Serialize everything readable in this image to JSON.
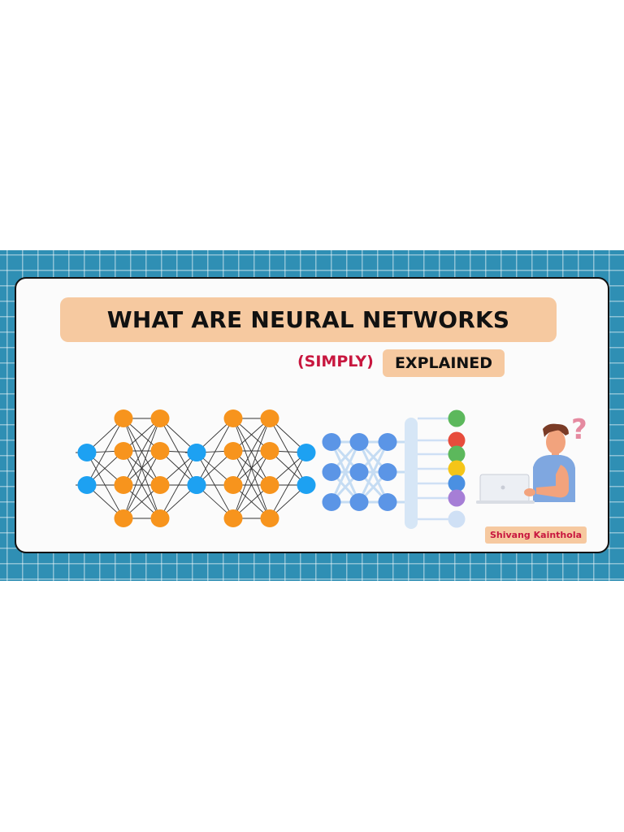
{
  "header": {
    "title": "WHAT ARE NEURAL NETWORKS",
    "subtitle_highlight": "(SIMPLY)",
    "subtitle_tag": "EXPLAINED"
  },
  "author": {
    "name": "Shivang Kainthola"
  },
  "colors": {
    "banner_bg": "#2f8fb4",
    "tag_bg": "#f6c9a0",
    "accent_red": "#c8173f",
    "node_blue": "#1da1f2",
    "node_orange": "#f7941d",
    "node_soft_blue": "#5b95e6"
  },
  "icons": {
    "illustration": "person-with-laptop-icon",
    "question": "question-mark-icon"
  }
}
